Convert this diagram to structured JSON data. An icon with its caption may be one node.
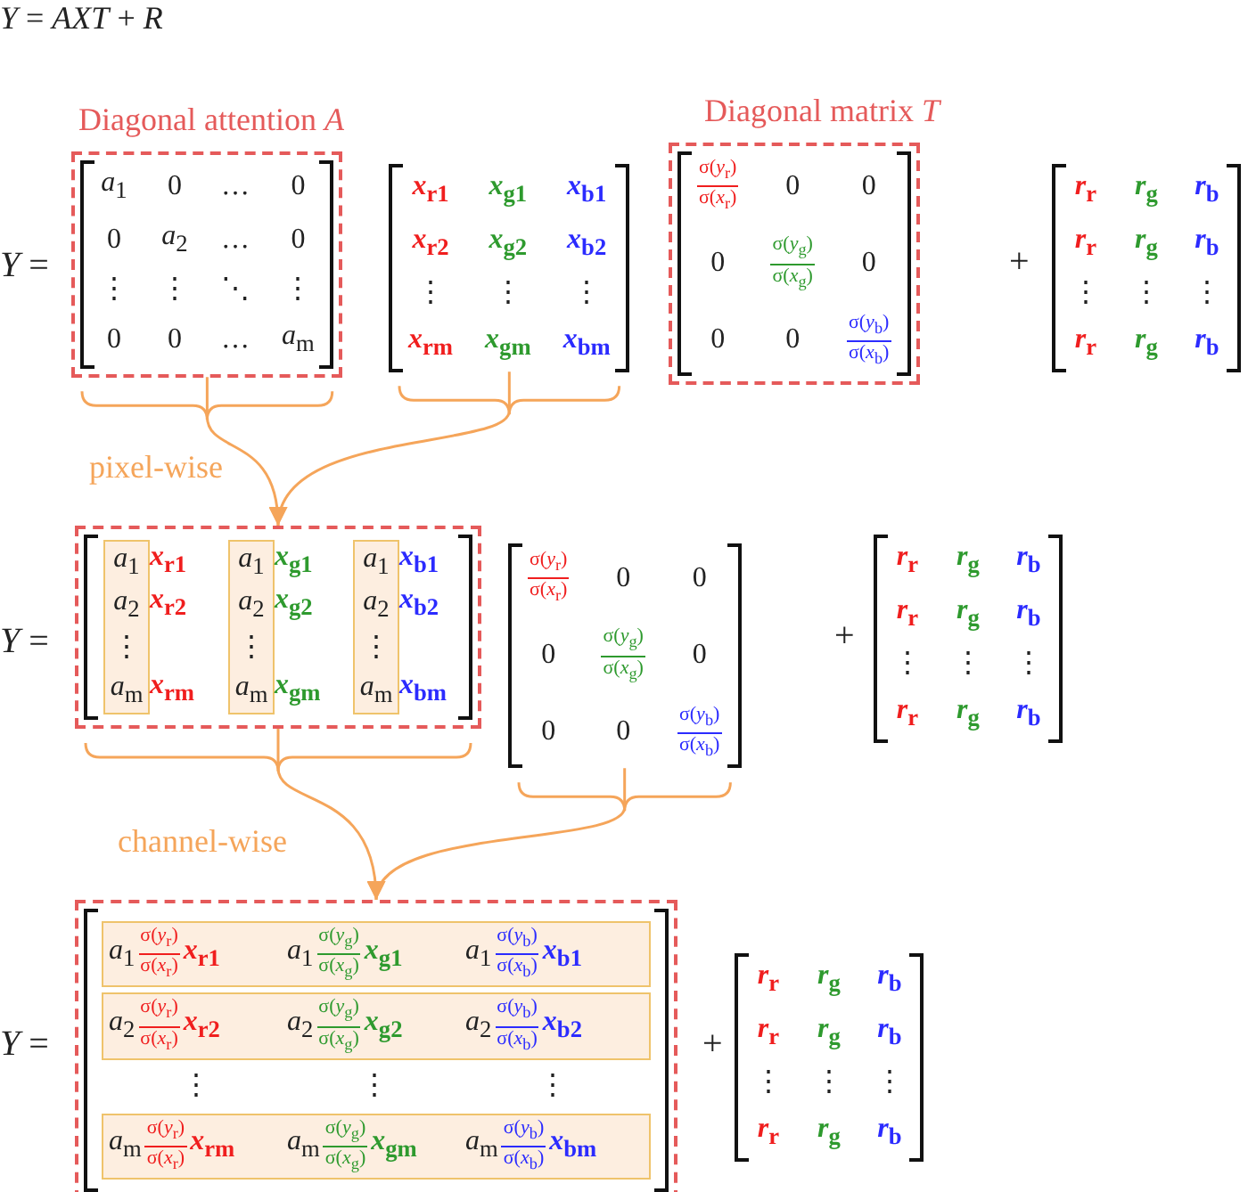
{
  "diagram": {
    "title": "*Y* = *AXT* + *R*",
    "nodes": [
      {
        "text": [
          "Diagonal attention *A*"
        ]
      },
      {
        "text": [
          "*a*$_{1}$",
          "0",
          "…",
          "0",
          "0",
          "*a*$_{2}$",
          "…",
          "0",
          "⋮",
          "⋮",
          "⋱",
          "⋮",
          "0",
          "0",
          "…",
          "*a*$_{m}$"
        ],
        "in": 0
      },
      {
        "text": [
          "*x*$_{r1}$",
          "*x*$_{g1}$",
          "*x*$_{b1}$",
          "*x*$_{r2}$",
          "*x*$_{g2}$",
          "*x*$_{b2}$",
          "⋮",
          "⋮",
          "⋮",
          "*x*$_{rm}$",
          "*x*$_{gm}$",
          "*x*$_{bm}$"
        ]
      },
      {
        "text": [
          "Diagonal matrix *T*"
        ]
      },
      {
        "text": [
          "σ(*y*$_{r}$)",
          "σ(*x*$_{r}$)",
          "0",
          "0",
          "0",
          "σ(*y*$_{g}$)",
          "σ(*x*$_{g}$)",
          "0",
          "0",
          "0",
          "σ(*y*$_{b}$)",
          "σ(*x*$_{b}$)"
        ],
        "in": 3
      },
      {
        "text": [
          "*r*$_{r}$",
          "*r*$_{g}$",
          "*r*$_{b}$",
          "*r*$_{r}$",
          "*r*$_{g}$",
          "*r*$_{b}$",
          "⋮",
          "⋮",
          "⋮",
          "*r*$_{r}$",
          "*r*$_{g}$",
          "*r*$_{b}$"
        ]
      },
      {
        "text": [],
        "shape": "box"
      },
      {
        "text": [
          "*x*$_{r1}$",
          "*x*$_{g1}$",
          "*x*$_{b1}$",
          "*x*$_{r2}$",
          "*x*$_{g2}$",
          "*x*$_{b2}$",
          "*x*$_{rm}$",
          "*x*$_{gm}$",
          "*x*$_{bm}$"
        ],
        "in": 6
      },
      {
        "text": [
          "*a*$_{1}$",
          "*a*$_{2}$",
          "⋮",
          "*a*$_{m}$"
        ],
        "in": 7
      },
      {
        "text": [
          "*a*$_{1}$",
          "*a*$_{2}$",
          "⋮",
          "*a*$_{m}$"
        ],
        "in": 7
      },
      {
        "text": [
          "*a*$_{1}$",
          "*a*$_{2}$",
          "⋮",
          "*a*$_{m}$"
        ],
        "in": 7
      },
      {
        "text": [
          "σ(*y*$_{r}$)",
          "σ(*x*$_{r}$)",
          "0",
          "0",
          "0",
          "σ(*y*$_{g}$)",
          "σ(*x*$_{g}$)",
          "0",
          "0",
          "0",
          "σ(*y*$_{b}$)",
          "σ(*x*$_{b}$)"
        ]
      },
      {
        "text": [
          "*r*$_{r}$",
          "*r*$_{g}$",
          "*r*$_{b}$",
          "*r*$_{r}$",
          "*r*$_{g}$",
          "*r*$_{b}$",
          "⋮",
          "⋮",
          "⋮",
          "*r*$_{r}$",
          "*r*$_{g}$",
          "*r*$_{b}$"
        ]
      },
      {
        "text": [],
        "shape": "box"
      },
      {
        "text": [
          "⋮",
          "⋮",
          "⋮"
        ],
        "in": 13
      },
      {
        "text": [
          "*a*$_{1}$",
          "σ(*y*$_{r}$)",
          "σ(*x*$_{r}$)",
          "*x*$_{r1}$",
          "*a*$_{1}$",
          "σ(*y*$_{g}$)",
          "σ(*x*$_{g}$)",
          "*x*$_{g1}$",
          "*a*$_{1}$",
          "σ(*y*$_{b}$)",
          "σ(*x*$_{b}$)",
          "*x*$_{b1}$"
        ],
        "in": 14
      },
      {
        "text": [
          "*a*$_{2}$",
          "σ(*y*$_{r}$)",
          "σ(*x*$_{r}$)",
          "*x*$_{r2}$",
          "*a*$_{2}$",
          "σ(*y*$_{g}$)",
          "σ(*x*$_{g}$)",
          "*x*$_{g2}$",
          "*a*$_{2}$",
          "σ(*y*$_{b}$)",
          "σ(*x*$_{b}$)",
          "*x*$_{b2}$"
        ],
        "in": 14
      },
      {
        "text": [
          "*a*$_{m}$",
          "σ(*y*$_{r}$)",
          "σ(*x*$_{r}$)",
          "*x*$_{rm}$",
          "*a*$_{m}$",
          "σ(*y*$_{g}$)",
          "σ(*x*$_{g}$)",
          "*x*$_{gm}$",
          "*a*$_{m}$",
          "σ(*y*$_{b}$)",
          "σ(*x*$_{b}$)",
          "*x*$_{bm}$"
        ],
        "in": 14
      },
      {
        "text": [
          "*r*$_{r}$",
          "*r*$_{g}$",
          "*r*$_{b}$",
          "*r*$_{r}$",
          "*r*$_{g}$",
          "*r*$_{b}$",
          "⋮",
          "⋮",
          "⋮",
          "*r*$_{r}$",
          "*r*$_{g}$",
          "*r*$_{b}$"
        ]
      }
    ],
    "edges": [
      {
        "from": 0,
        "to": 6,
        "arrow": "to",
        "label": "pixel-wise"
      },
      {
        "from": 2,
        "to": 6,
        "arrow": "to"
      },
      {
        "from": 6,
        "to": 13,
        "arrow": "to",
        "label": "channel-wise"
      },
      {
        "from": 11,
        "to": 13,
        "arrow": "to"
      }
    ],
    "labels": [
      "*Y* =",
      "+",
      "*Y* =",
      "+",
      "*Y* =",
      "+"
    ]
  }
}
